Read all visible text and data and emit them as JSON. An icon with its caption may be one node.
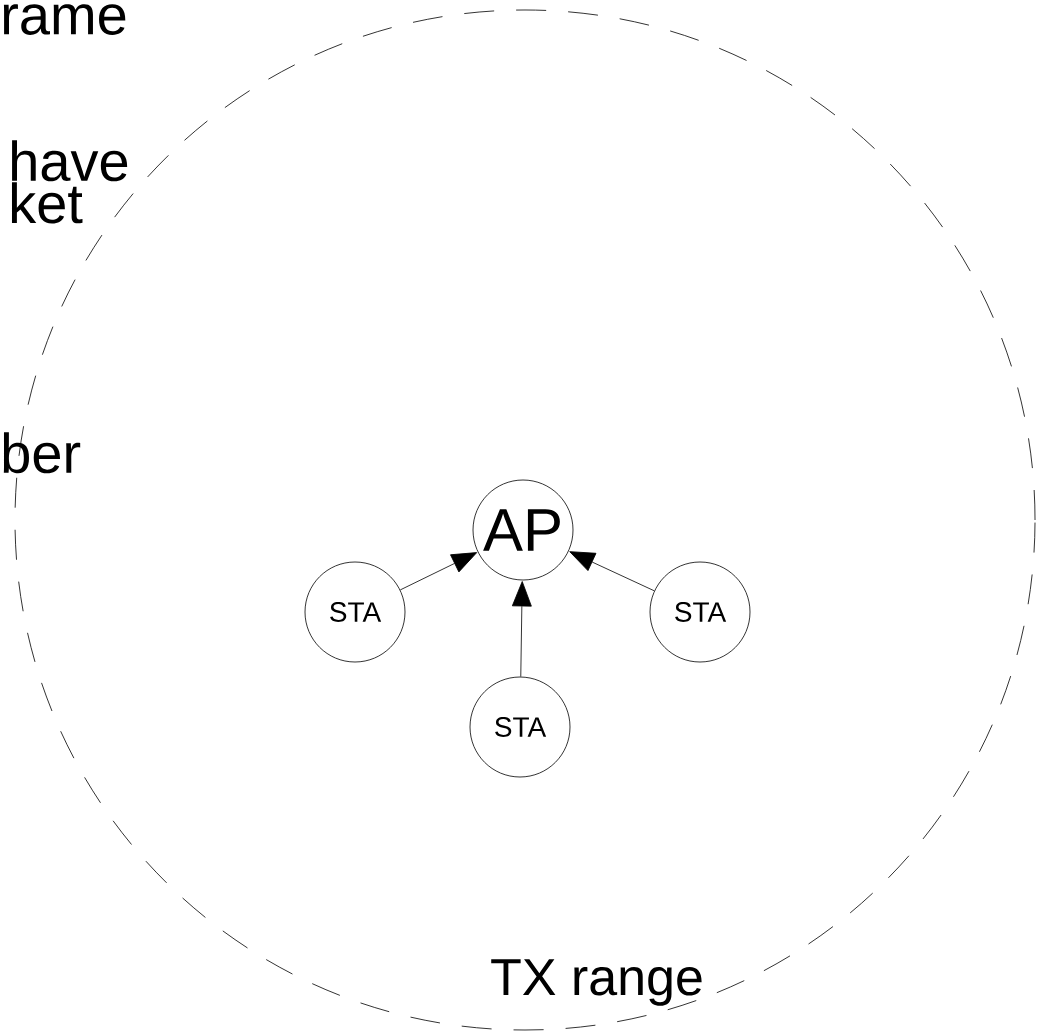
{
  "diagram": {
    "nodes": [
      {
        "text": [
          "TX range"
        ]
      },
      {
        "text": [
          "AP"
        ],
        "in": 0
      },
      {
        "text": [
          "STA"
        ],
        "in": 0
      },
      {
        "text": [
          "STA"
        ],
        "in": 0
      },
      {
        "text": [
          "STA"
        ],
        "in": 0
      }
    ],
    "edges": [
      {
        "from": 2,
        "to": 1,
        "arrow": "to"
      },
      {
        "from": 3,
        "to": 1,
        "arrow": "to"
      },
      {
        "from": 4,
        "to": 1,
        "arrow": "to"
      }
    ],
    "labels": [
      "rame",
      "have ket",
      "ber"
    ]
  }
}
